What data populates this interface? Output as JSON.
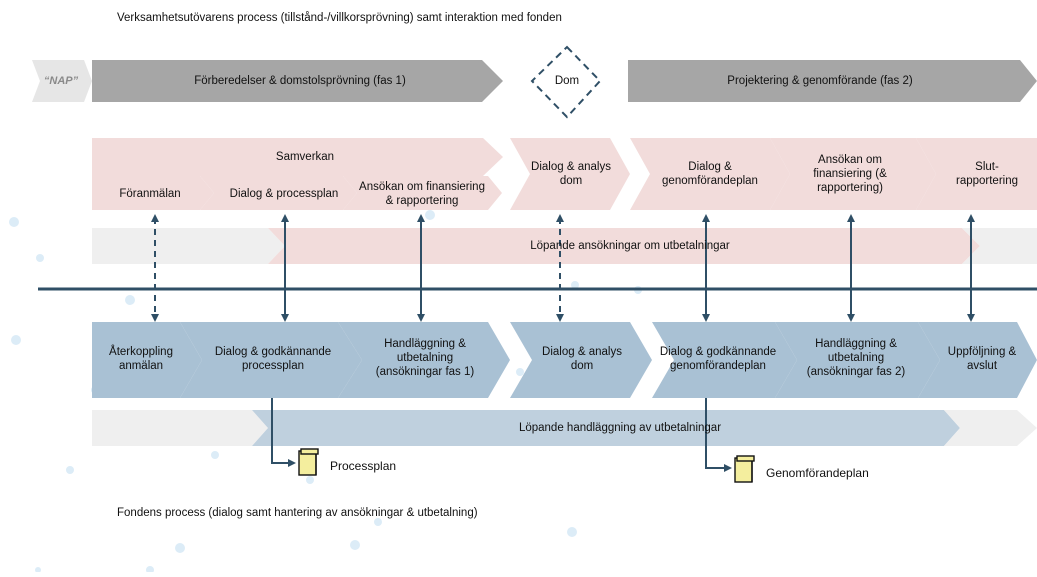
{
  "titles": {
    "top": "Verksamhetsutövarens process (tillstånd-/villkorsprövning) samt interaktion med fonden",
    "bottom": "Fondens process (dialog samt hantering av ansökningar & utbetalning)"
  },
  "phase_row": {
    "nap": "“NAP”",
    "phase1": "Förberedelser & domstolsprövning (fas 1)",
    "dom": "Dom",
    "phase2": "Projektering & genomförande (fas 2)"
  },
  "upper": {
    "samverkan": "Samverkan",
    "foranmalan": "Föranmälan",
    "dialog_processplan": "Dialog & processplan",
    "ansokan_fas1": "Ansökan om finansiering & rapportering",
    "dialog_analys": "Dialog & analys dom",
    "dialog_genomforandeplan": "Dialog & genomförandeplan",
    "ansokan_fas2": "Ansökan om finansiering (& rapportering)",
    "slutrapportering": "Slut-rapportering",
    "lopande_ansokningar": "Löpande ansökningar om utbetalningar"
  },
  "lower": {
    "aterkoppling": "Återkoppling anmälan",
    "godkannande_processplan": "Dialog & godkännande processplan",
    "handlaggning_fas1": "Handläggning & utbetalning (ansökningar fas 1)",
    "dialog_analys": "Dialog & analys dom",
    "godkannande_genomforandeplan": "Dialog & godkännande genomförandeplan",
    "handlaggning_fas2": "Handläggning & utbetalning (ansökningar fas 2)",
    "uppfoljning": "Uppföljning & avslut",
    "lopande_handlaggning": "Löpande handläggning av utbetalningar"
  },
  "documents": {
    "processplan": "Processplan",
    "genomforandeplan": "Genomförandeplan"
  },
  "colors": {
    "phase_gray": "#a6a6a6",
    "nap_gray": "#e6e6e6",
    "pink": "#f2dcdb",
    "light_gray": "#efefef",
    "blue": "#a9c1d4",
    "blue_light": "#bfd0de",
    "divider": "#2f4f66",
    "arrow": "#2f4f66",
    "doc_fill": "#f4ee9e",
    "dot": "#dcecf7"
  },
  "icons": {
    "document": "document-icon",
    "dom_marker": "dashed-diamond-icon"
  }
}
